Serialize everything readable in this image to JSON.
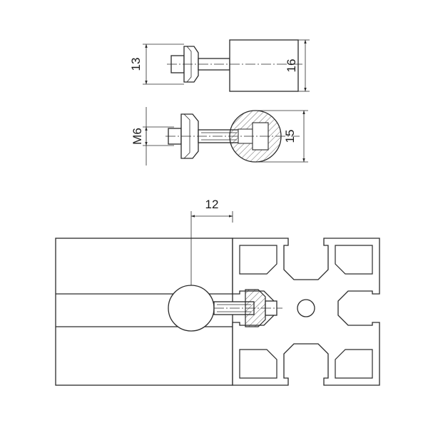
{
  "dimensions": {
    "nut_height": "13",
    "nut_length": "16",
    "thread": "M6",
    "ball_diameter": "15",
    "offset": "12"
  }
}
